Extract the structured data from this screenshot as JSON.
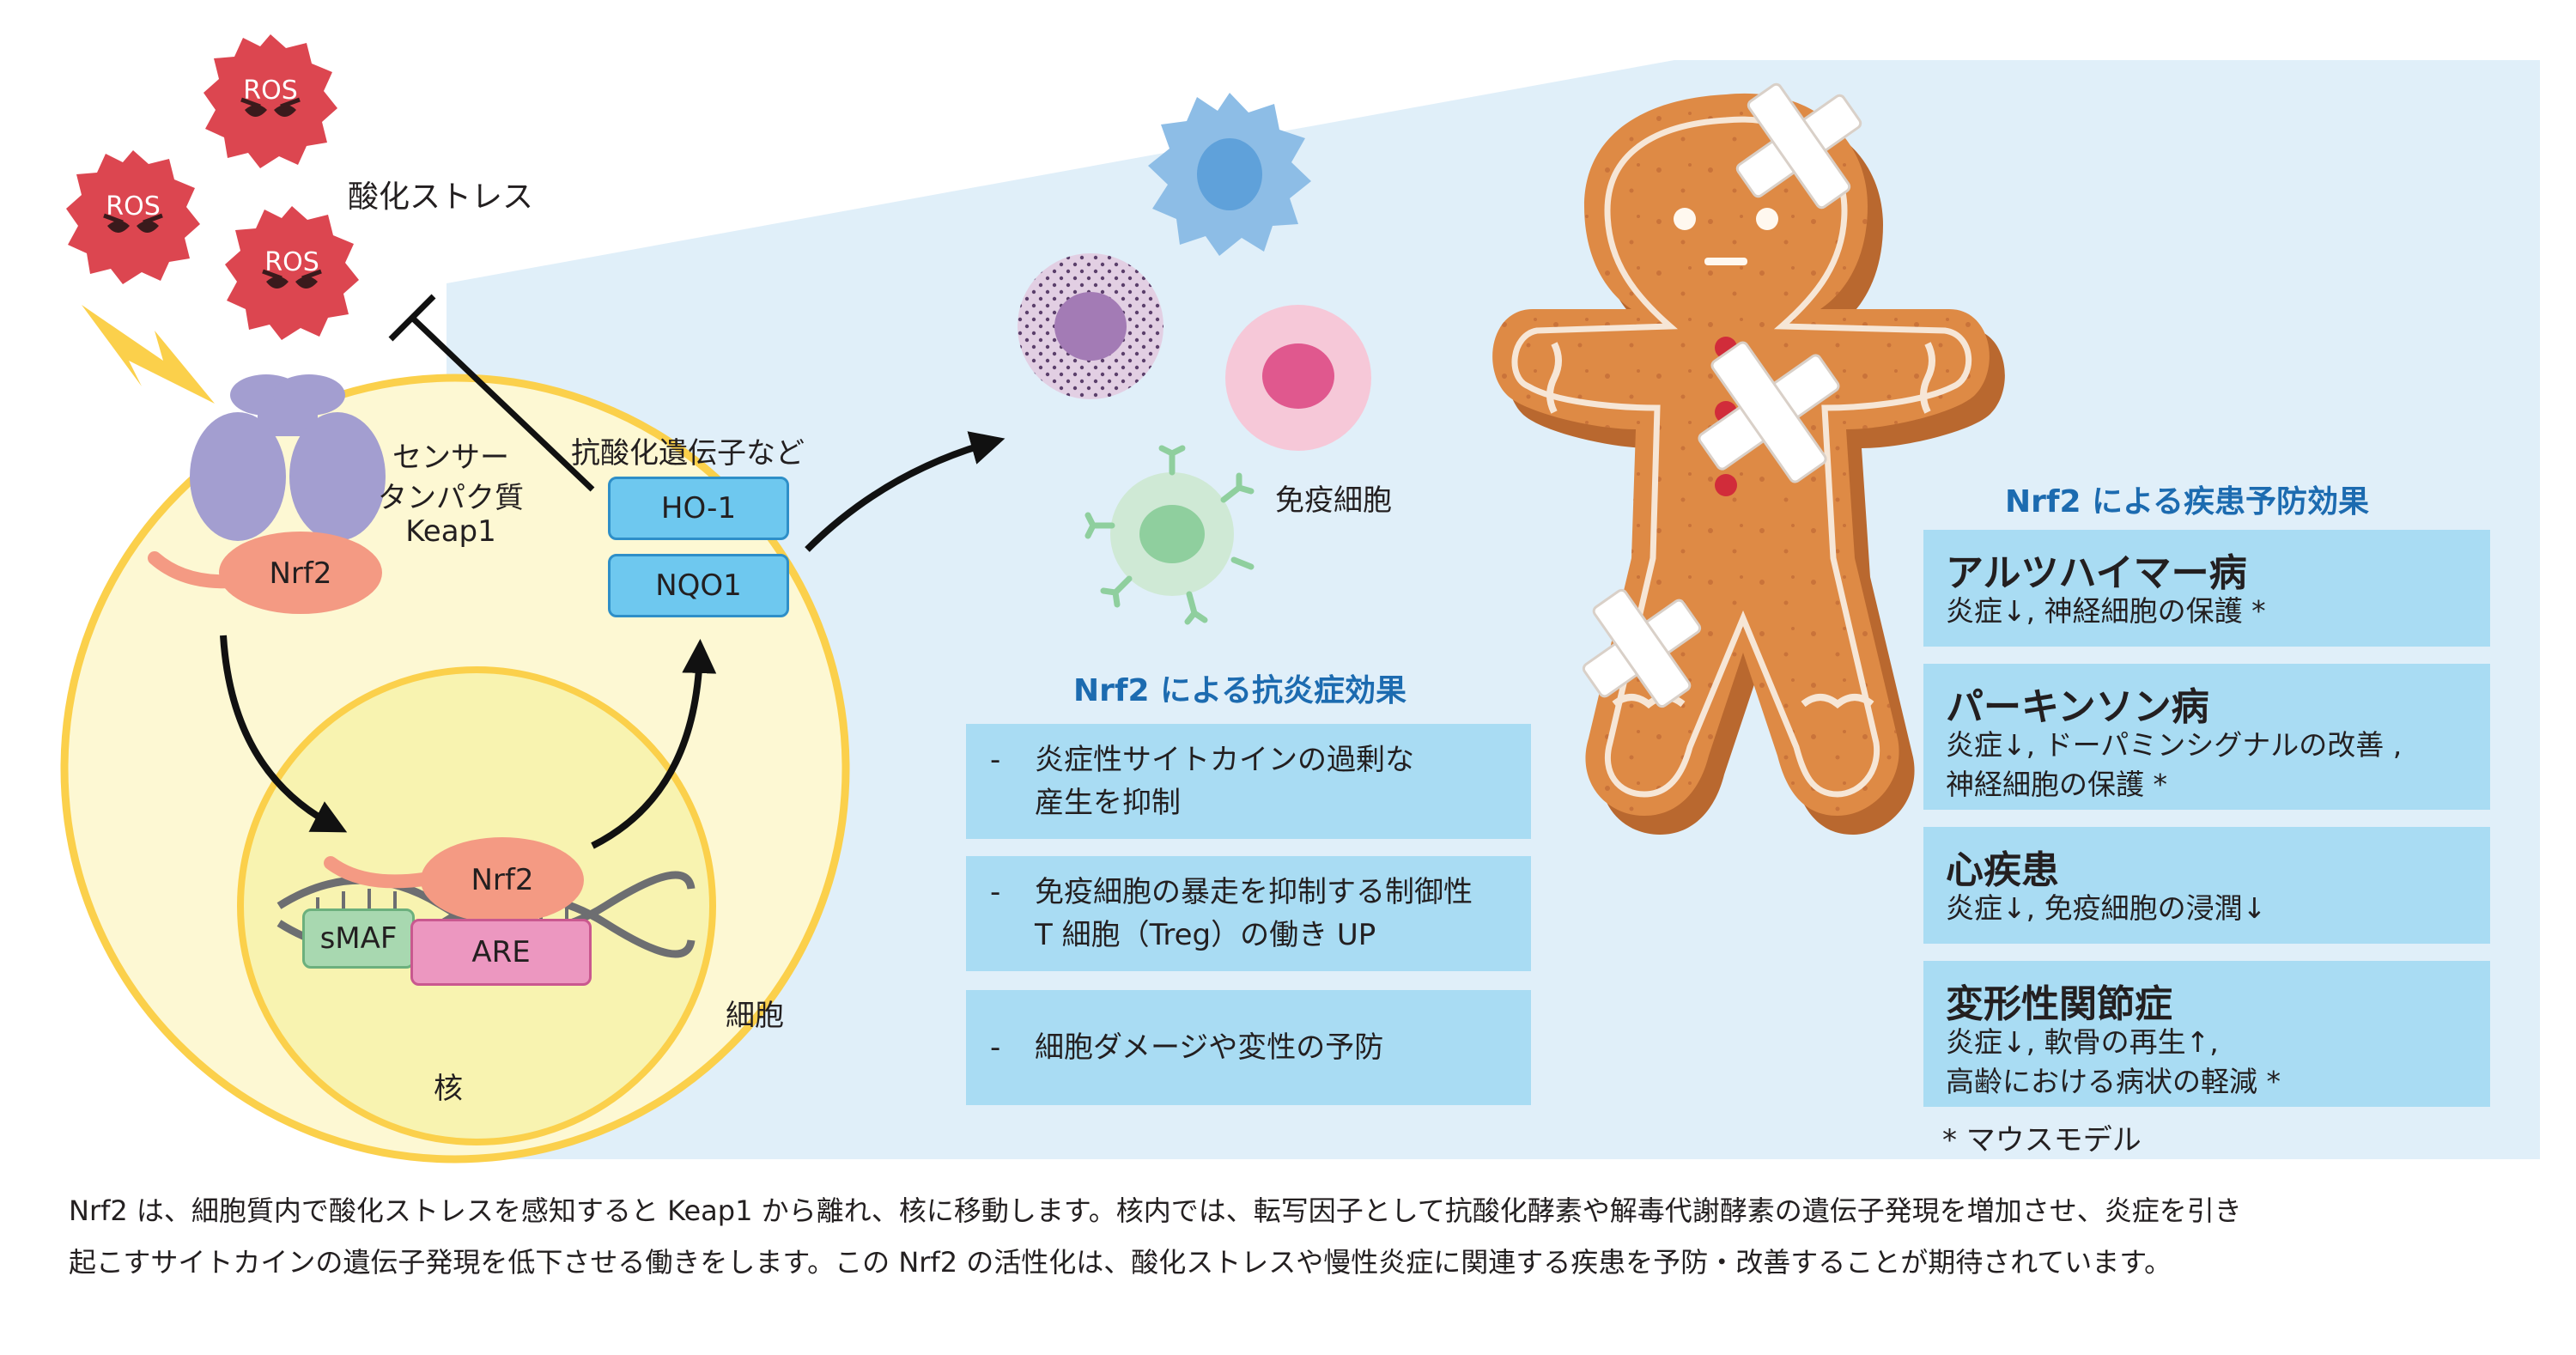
{
  "labels": {
    "oxidative_stress": "酸化ストレス",
    "ros": "ROS",
    "sensor_line1": "センサー",
    "sensor_line2": "タンパク質",
    "sensor_line3": "Keap1",
    "nrf2": "Nrf2",
    "antioxidant_genes": "抗酸化遺伝子など",
    "ho1": "HO-1",
    "nqo1": "NQO1",
    "smaf": "sMAF",
    "are": "ARE",
    "cell": "細胞",
    "nucleus": "核",
    "immune_cells": "免疫細胞"
  },
  "anti_inflammatory": {
    "heading": "Nrf2 による抗炎症効果",
    "items": [
      {
        "bullet": "-",
        "line1": "炎症性サイトカインの過剰な",
        "line2": "産生を抑制"
      },
      {
        "bullet": "-",
        "line1": "免疫細胞の暴走を抑制する制御性",
        "line2": "T 細胞（Treg）の働き UP"
      },
      {
        "bullet": "-",
        "line1": "細胞ダメージや変性の予防"
      }
    ]
  },
  "disease_prevention": {
    "heading": "Nrf2 による疾患予防効果",
    "items": [
      {
        "title": "アルツハイマー病",
        "line1": "炎症↓, 神経細胞の保護 *"
      },
      {
        "title": "パーキンソン病",
        "line1": "炎症↓, ドーパミンシグナルの改善 ,",
        "line2": "神経細胞の保護 *"
      },
      {
        "title": "心疾患",
        "line1": "炎症↓, 免疫細胞の浸潤↓"
      },
      {
        "title": "変形性関節症",
        "line1": "炎症↓, 軟骨の再生↑,",
        "line2": "高齢における病状の軽減 *"
      }
    ],
    "footnote": "* マウスモデル"
  },
  "caption": {
    "line1": "Nrf2 は、細胞質内で酸化ストレスを感知すると Keap1 から離れ、核に移動します。核内では、転写因子として抗酸化酵素や解毒代謝酵素の遺伝子発現を増加させ、炎症を引き",
    "line2": "起こすサイトカインの遺伝子発現を低下させる働きをします。この Nrf2 の活性化は、酸化ストレスや慢性炎症に関連する疾患を予防・改善することが期待されています。"
  },
  "colors": {
    "background_panel": "#e0eff9",
    "cell_fill": "#fdf8d3",
    "cell_border": "#fbd04b",
    "nucleus_fill": "#f8f3b0",
    "ros_red": "#dc4650",
    "keap1_purple": "#a39ed0",
    "nrf2_salmon": "#f49a83",
    "gene_box_blue": "#6ec8ef",
    "smaf_green": "#a8d8b0",
    "are_pink": "#ec97c0",
    "list_box_blue": "#a9dcf3",
    "heading_blue": "#1c6bb0",
    "gingerbread": "#de8a45",
    "icing": "#f6e6d6"
  },
  "icons": [
    "ros-virus-icon",
    "lightning-icon",
    "inhibit-arrow-icon",
    "curved-arrow-icon",
    "dna-helix-icon",
    "immune-cell-icon",
    "gingerbread-man-icon",
    "bandage-icon"
  ]
}
